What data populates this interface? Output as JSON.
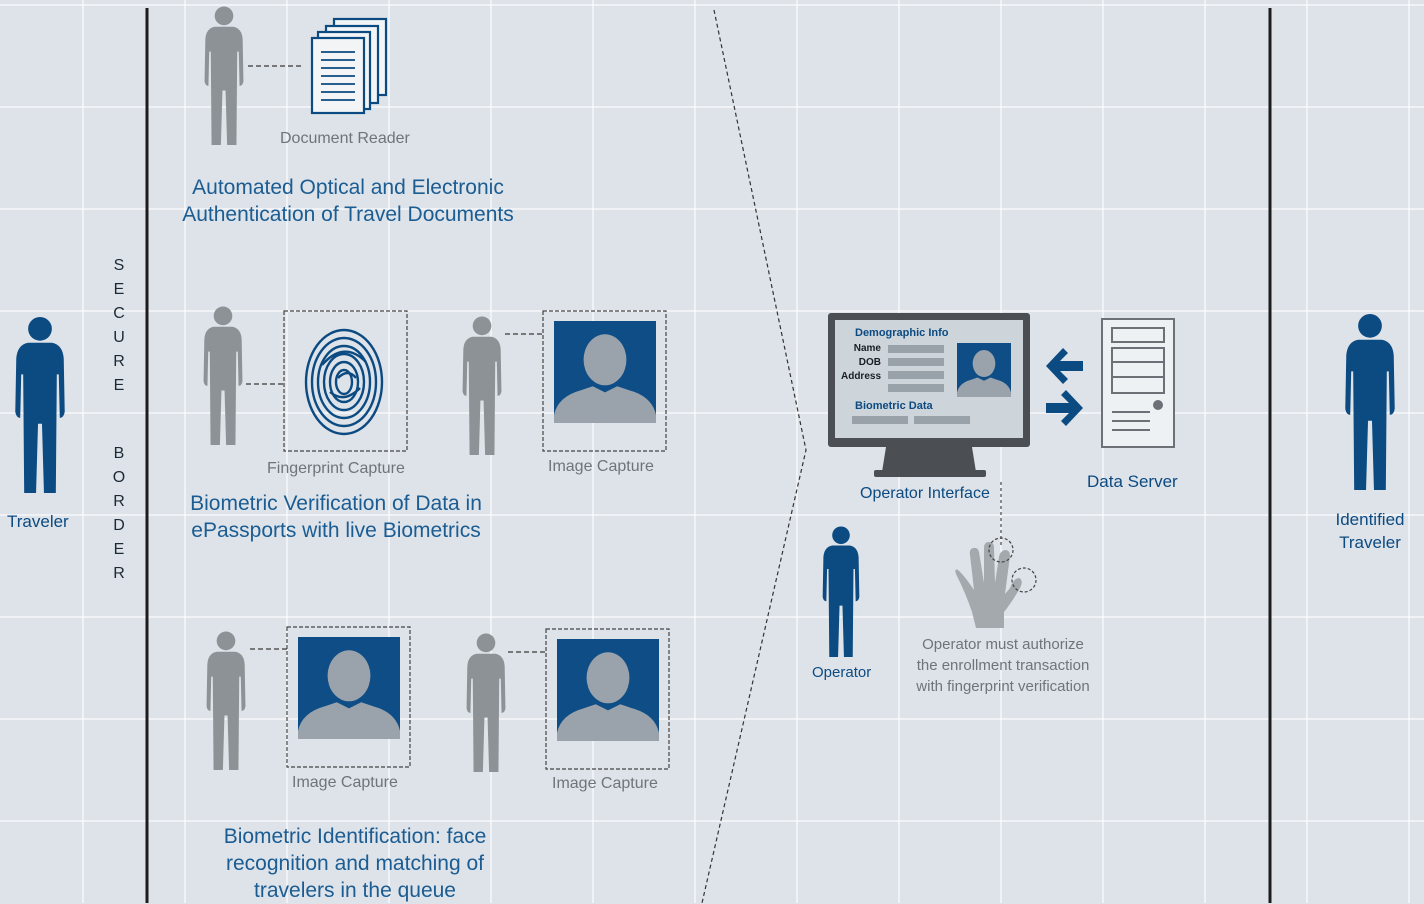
{
  "labels": {
    "traveler": "Traveler",
    "secure": "SECURE",
    "border": "BORDER",
    "document_reader": "Document Reader",
    "doc_auth_line1": "Automated Optical and Electronic",
    "doc_auth_line2": "Authentication of Travel Documents",
    "fingerprint_capture": "Fingerprint Capture",
    "image_capture": "Image Capture",
    "epassport_line1": "Biometric Verification of Data in",
    "epassport_line2": "ePassports with live Biometrics",
    "identification_line1": "Biometric Identification: face",
    "identification_line2": "recognition and matching of",
    "identification_line3": "travelers in the queue",
    "operator_interface": "Operator Interface",
    "data_server": "Data Server",
    "operator": "Operator",
    "authorize_line1": "Operator must authorize",
    "authorize_line2": "the enrollment transaction",
    "authorize_line3": "with fingerprint verification",
    "identified_line1": "Identified",
    "identified_line2": "Traveler"
  },
  "screen": {
    "demographic_info": "Demographic Info",
    "name": "Name",
    "dob": "DOB",
    "address": "Address",
    "biometric_data": "Biometric Data"
  },
  "icons": {
    "person": "person-icon",
    "document": "document-stack-icon",
    "fingerprint": "fingerprint-icon",
    "photo": "portrait-photo-icon",
    "monitor": "monitor-icon",
    "server": "server-tower-icon",
    "hand": "hand-icon",
    "arrows": "bidirectional-arrow-icon"
  },
  "colors": {
    "navy": "#0c4a82",
    "gray_figure": "#8d9296",
    "background": "#dde3e8"
  }
}
